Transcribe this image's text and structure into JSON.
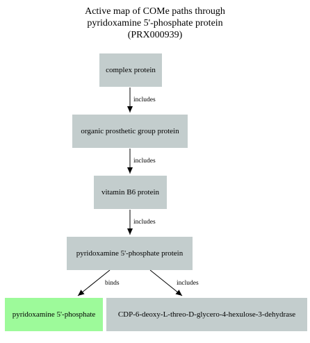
{
  "title": {
    "line1": "Active map of COMe paths through",
    "line2": "pyridoxamine 5'-phosphate protein",
    "line3": "(PRX000939)"
  },
  "nodes": {
    "complex_protein": "complex protein",
    "organic_prosthetic": "organic prosthetic group protein",
    "vitamin_b6": "vitamin B6 protein",
    "pyridoxamine_protein": "pyridoxamine 5'-phosphate protein",
    "pyridoxamine_phosphate": "pyridoxamine 5'-phosphate",
    "cdp_dehydrase": "CDP-6-deoxy-L-threo-D-glycero-4-hexulose-3-dehydrase"
  },
  "edges": {
    "e1": "includes",
    "e2": "includes",
    "e3": "includes",
    "e4": "binds",
    "e5": "includes"
  },
  "colors": {
    "node_default": "#c3cdcd",
    "node_highlight": "#9dfa9a"
  }
}
